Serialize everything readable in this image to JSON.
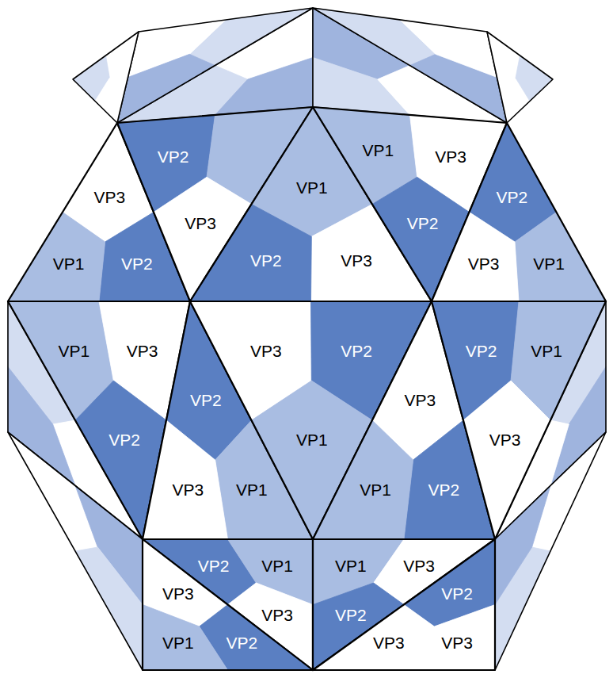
{
  "diagram": {
    "labels": [
      "VP1",
      "VP3",
      "VP2",
      "VP1",
      "VP3",
      "VP3",
      "VP2",
      "VP2",
      "VP3",
      "VP2",
      "VP1",
      "VP2",
      "VP1",
      "VP3",
      "VP1",
      "VP2",
      "VP1",
      "VP3",
      "VP3",
      "VP2",
      "VP3",
      "VP2",
      "VP3",
      "VP2",
      "VP1",
      "VP2",
      "VP1",
      "VP1",
      "VP3",
      "VP3",
      "VP1",
      "VP1",
      "VP2",
      "VP3",
      "VP2",
      "VP3",
      "VP2",
      "VP2",
      "VP1",
      "VP3",
      "VP3"
    ]
  }
}
